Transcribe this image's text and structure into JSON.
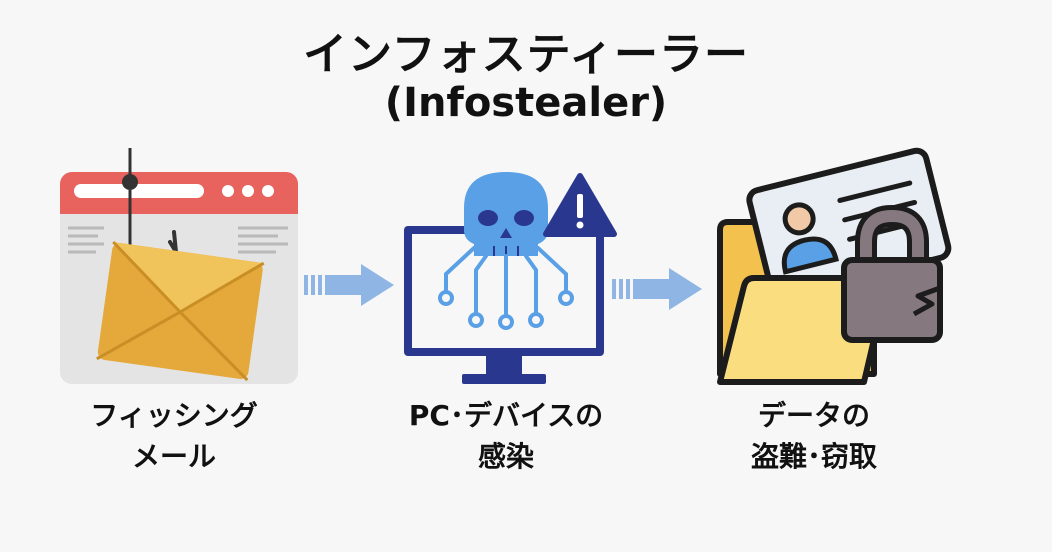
{
  "title": {
    "line1": "インフォスティーラー",
    "line2": "(Infostealer)"
  },
  "steps": [
    {
      "line1": "フィッシング",
      "line2": "メール",
      "icon": "phishing-email-icon"
    },
    {
      "line1": "PC･デバイスの",
      "line2": "感染",
      "icon": "infected-pc-skull-icon"
    },
    {
      "line1": "データの",
      "line2": "盗難･窃取",
      "icon": "locked-folder-id-card-icon"
    }
  ],
  "arrows": [
    "arrow-right-icon",
    "arrow-right-icon"
  ],
  "colors": {
    "browser_bar": "#e8625e",
    "envelope": "#e4a93a",
    "envelope_flap": "#f0c45a",
    "monitor": "#29378f",
    "skull": "#5aa0e6",
    "warning": "#29378f",
    "folder": "#f6cf6b",
    "lock": "#85787e",
    "arrow": "#8eb5e3",
    "outline": "#1c1c1c"
  }
}
